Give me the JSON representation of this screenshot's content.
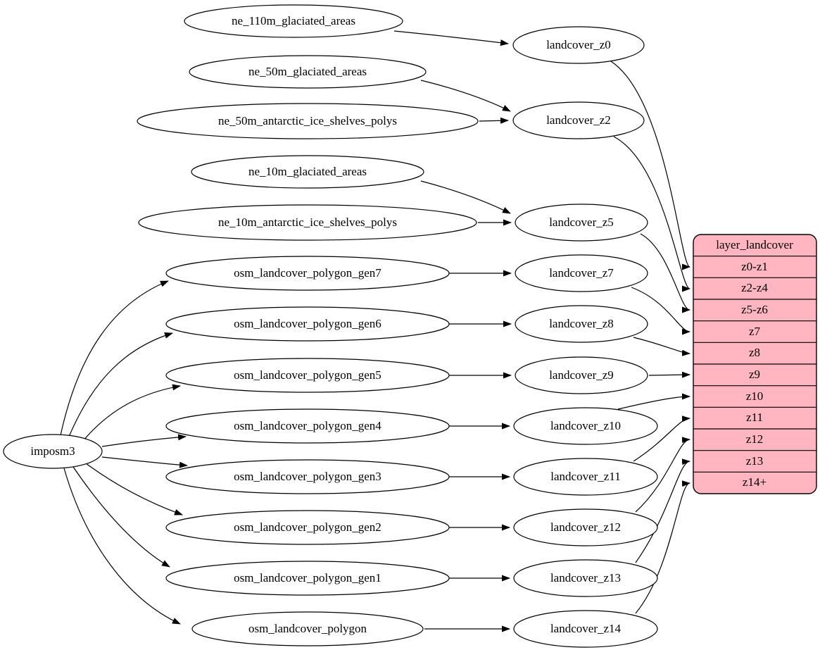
{
  "diagram": {
    "type": "graphviz-dependency-graph",
    "background": "#ffffff"
  },
  "colors": {
    "node_fill": "#ffffff",
    "node_stroke": "#000000",
    "edge_stroke": "#000000",
    "table_fill": "#ffb6c1",
    "text": "#000000"
  },
  "nodes": {
    "imposm3": "imposm3",
    "ne110m": "ne_110m_glaciated_areas",
    "ne50m": "ne_50m_glaciated_areas",
    "ne50m_ice": "ne_50m_antarctic_ice_shelves_polys",
    "ne10m": "ne_10m_glaciated_areas",
    "ne10m_ice": "ne_10m_antarctic_ice_shelves_polys",
    "gen7": "osm_landcover_polygon_gen7",
    "gen6": "osm_landcover_polygon_gen6",
    "gen5": "osm_landcover_polygon_gen5",
    "gen4": "osm_landcover_polygon_gen4",
    "gen3": "osm_landcover_polygon_gen3",
    "gen2": "osm_landcover_polygon_gen2",
    "gen1": "osm_landcover_polygon_gen1",
    "polygon": "osm_landcover_polygon",
    "z0": "landcover_z0",
    "z2": "landcover_z2",
    "z5": "landcover_z5",
    "z7": "landcover_z7",
    "z8": "landcover_z8",
    "z9": "landcover_z9",
    "z10": "landcover_z10",
    "z11": "landcover_z11",
    "z12": "landcover_z12",
    "z13": "landcover_z13",
    "z14": "landcover_z14"
  },
  "table": {
    "title": "layer_landcover",
    "rows": [
      "z0-z1",
      "z2-z4",
      "z5-z6",
      "z7",
      "z8",
      "z9",
      "z10",
      "z11",
      "z12",
      "z13",
      "z14+"
    ]
  },
  "edges": [
    [
      "ne_110m_glaciated_areas",
      "landcover_z0"
    ],
    [
      "ne_50m_glaciated_areas",
      "landcover_z2"
    ],
    [
      "ne_50m_antarctic_ice_shelves_polys",
      "landcover_z2"
    ],
    [
      "ne_10m_glaciated_areas",
      "landcover_z5"
    ],
    [
      "ne_10m_antarctic_ice_shelves_polys",
      "landcover_z5"
    ],
    [
      "imposm3",
      "osm_landcover_polygon_gen7"
    ],
    [
      "imposm3",
      "osm_landcover_polygon_gen6"
    ],
    [
      "imposm3",
      "osm_landcover_polygon_gen5"
    ],
    [
      "imposm3",
      "osm_landcover_polygon_gen4"
    ],
    [
      "imposm3",
      "osm_landcover_polygon_gen3"
    ],
    [
      "imposm3",
      "osm_landcover_polygon_gen2"
    ],
    [
      "imposm3",
      "osm_landcover_polygon_gen1"
    ],
    [
      "imposm3",
      "osm_landcover_polygon"
    ],
    [
      "osm_landcover_polygon_gen7",
      "landcover_z7"
    ],
    [
      "osm_landcover_polygon_gen6",
      "landcover_z8"
    ],
    [
      "osm_landcover_polygon_gen5",
      "landcover_z9"
    ],
    [
      "osm_landcover_polygon_gen4",
      "landcover_z10"
    ],
    [
      "osm_landcover_polygon_gen3",
      "landcover_z11"
    ],
    [
      "osm_landcover_polygon_gen2",
      "landcover_z12"
    ],
    [
      "osm_landcover_polygon_gen1",
      "landcover_z13"
    ],
    [
      "osm_landcover_polygon",
      "landcover_z14"
    ],
    [
      "landcover_z0",
      "layer_landcover.z0-z1"
    ],
    [
      "landcover_z2",
      "layer_landcover.z2-z4"
    ],
    [
      "landcover_z5",
      "layer_landcover.z5-z6"
    ],
    [
      "landcover_z7",
      "layer_landcover.z7"
    ],
    [
      "landcover_z8",
      "layer_landcover.z8"
    ],
    [
      "landcover_z9",
      "layer_landcover.z9"
    ],
    [
      "landcover_z10",
      "layer_landcover.z10"
    ],
    [
      "landcover_z11",
      "layer_landcover.z11"
    ],
    [
      "landcover_z12",
      "layer_landcover.z12"
    ],
    [
      "landcover_z13",
      "layer_landcover.z13"
    ],
    [
      "landcover_z14",
      "layer_landcover.z14+"
    ]
  ]
}
